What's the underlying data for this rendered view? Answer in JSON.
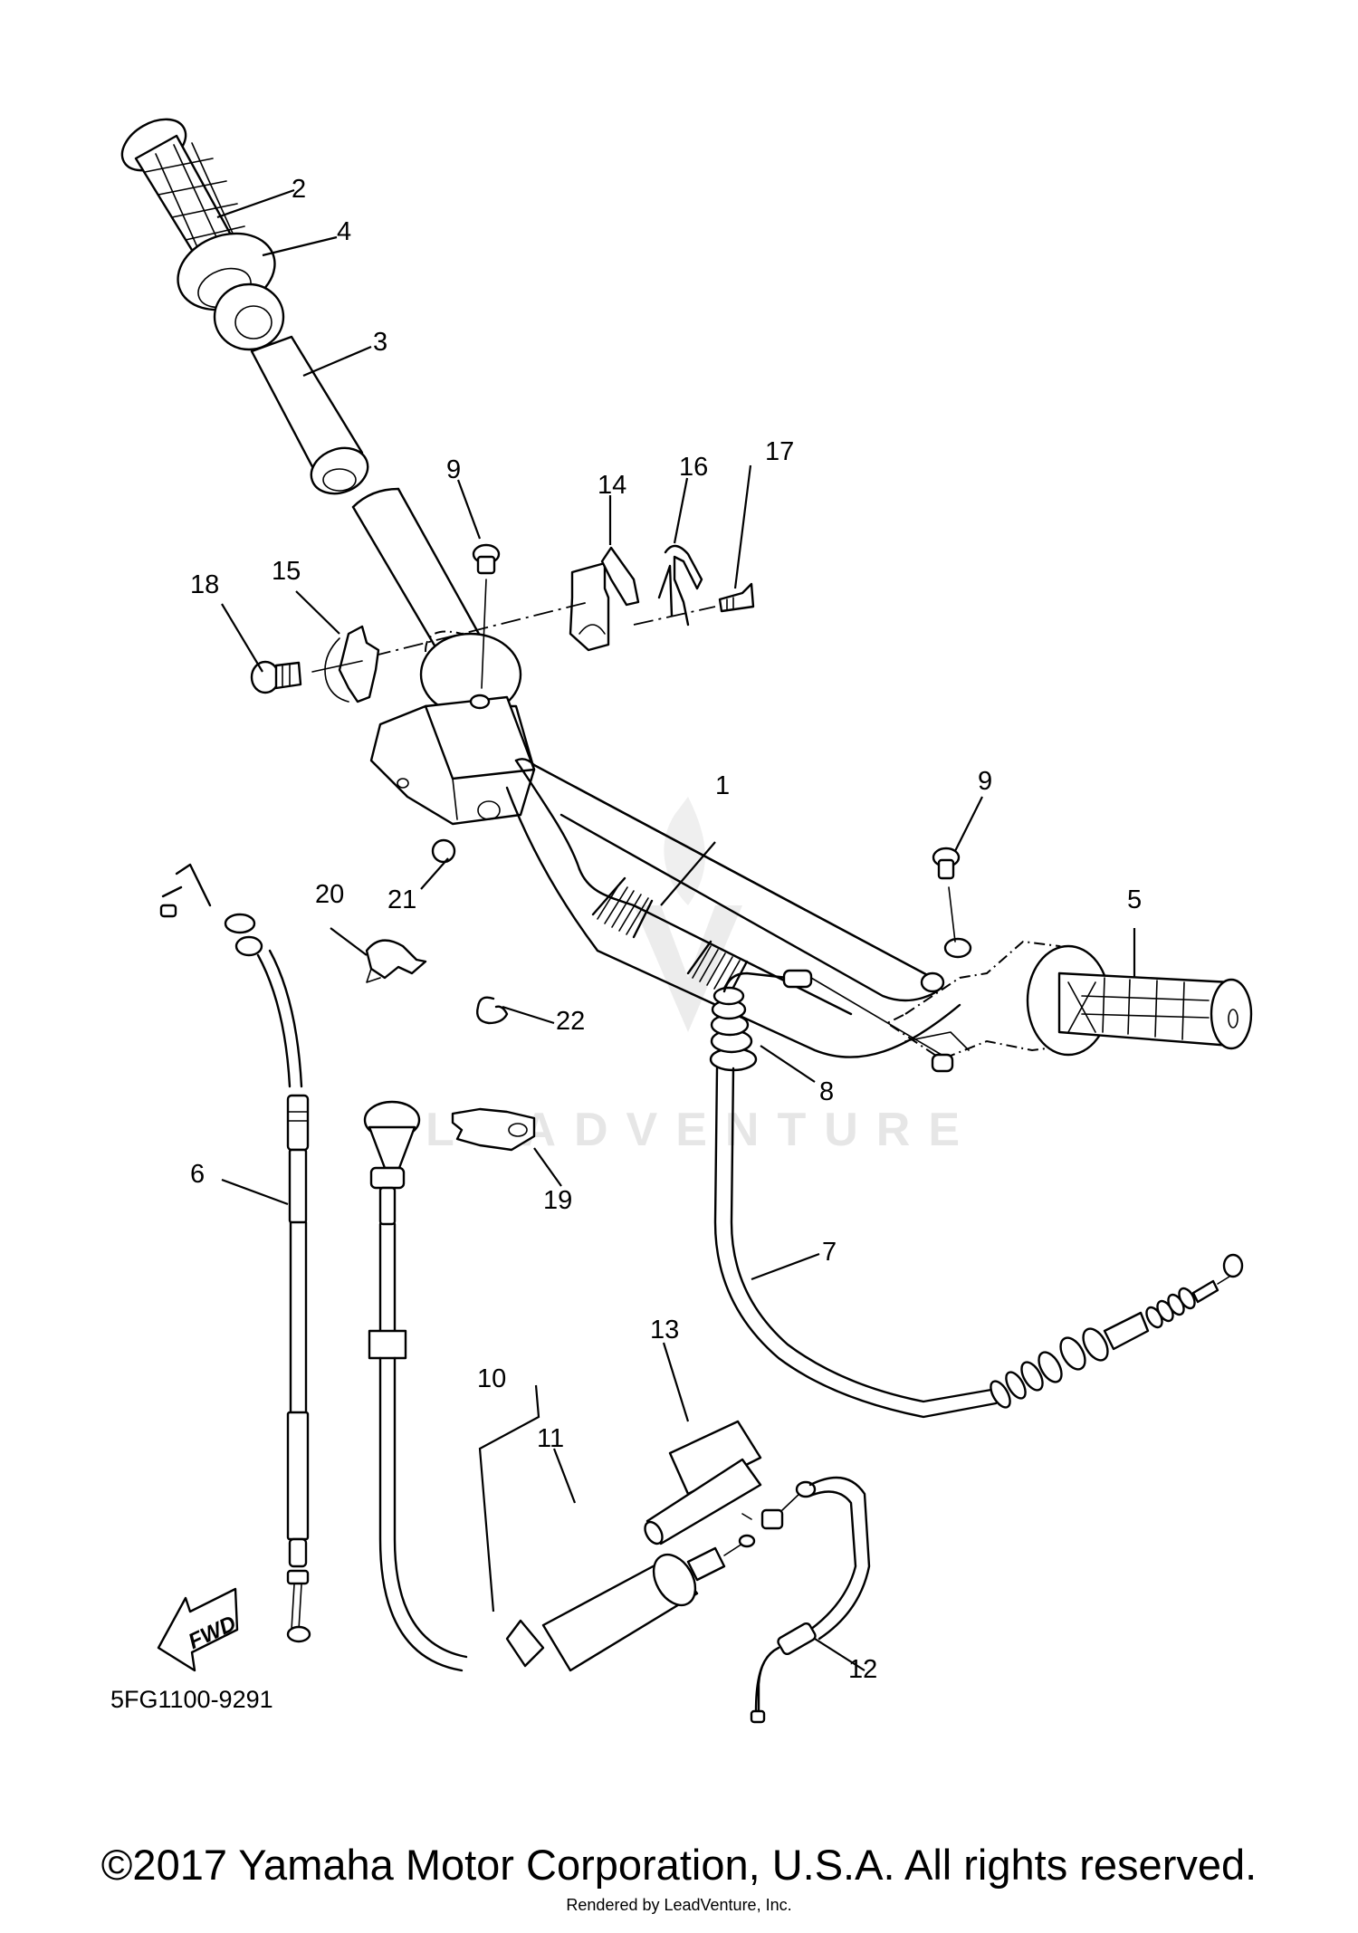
{
  "diagram": {
    "title_code": "5FG1100-9291",
    "watermark": "LEADVENTURE",
    "fwd_label": "FWD",
    "callouts": {
      "c1": "1",
      "c2": "2",
      "c3": "3",
      "c4": "4",
      "c5": "5",
      "c6": "6",
      "c7": "7",
      "c8": "8",
      "c9a": "9",
      "c9b": "9",
      "c10": "10",
      "c11": "11",
      "c12": "12",
      "c13": "13",
      "c14": "14",
      "c15": "15",
      "c16": "16",
      "c17": "17",
      "c18": "18",
      "c19": "19",
      "c20": "20",
      "c21": "21",
      "c22": "22"
    }
  },
  "footer": {
    "copyright": "©2017 Yamaha Motor Corporation, U.S.A. All rights reserved.",
    "rendered_by": "Rendered by LeadVenture, Inc."
  }
}
